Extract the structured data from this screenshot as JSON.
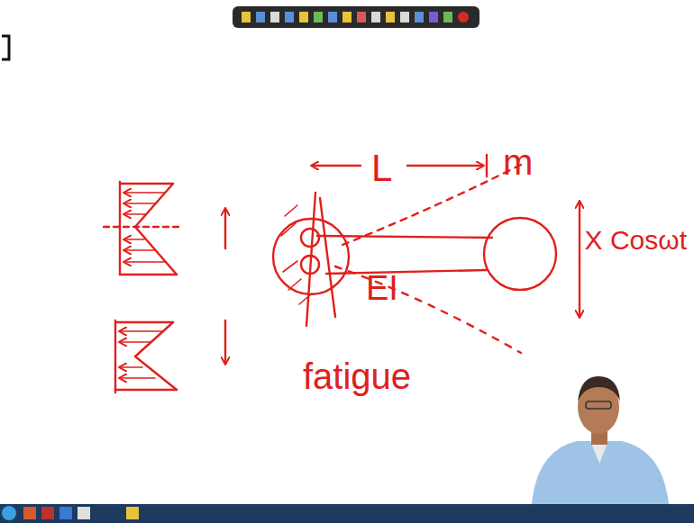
{
  "diagram": {
    "labels": [
      "L",
      "m",
      "EI",
      "X Cosωt",
      "fatigue"
    ]
  }
}
